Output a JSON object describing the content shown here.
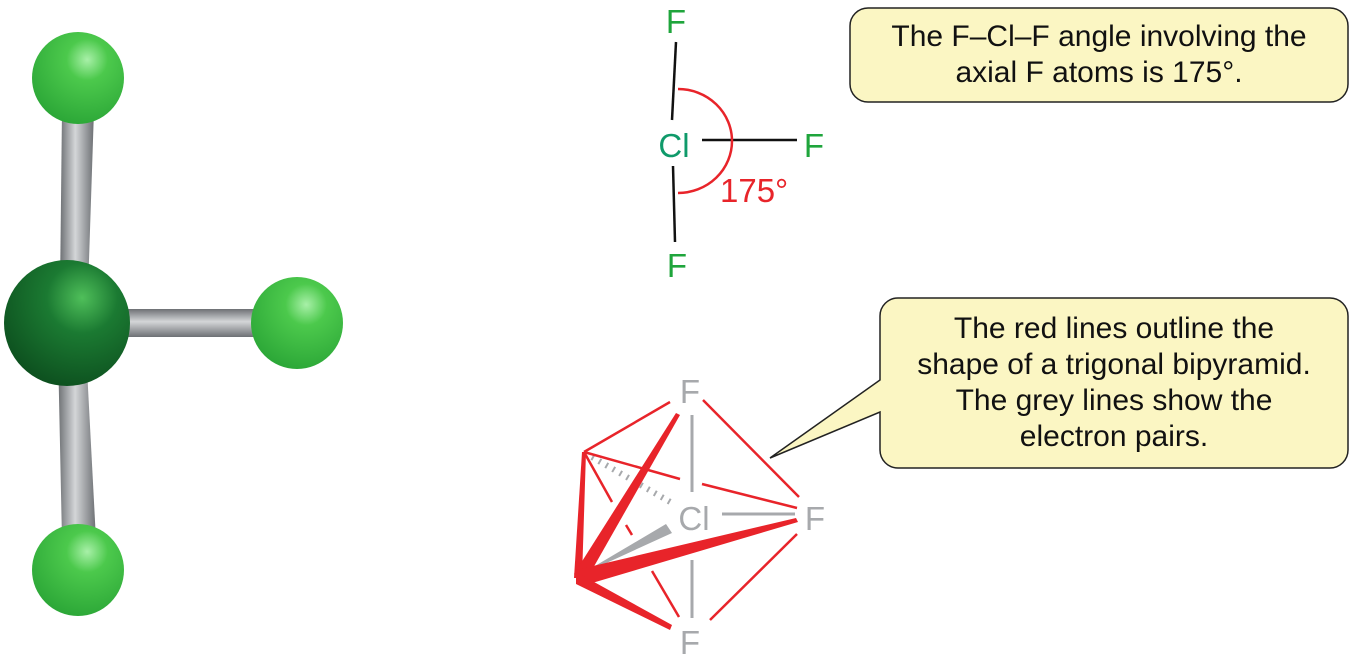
{
  "lewis": {
    "central_atom": "Cl",
    "top_atom": "F",
    "right_atom": "F",
    "bottom_atom": "F",
    "angle_label": "175°"
  },
  "bipyramid": {
    "central_atom": "Cl",
    "top_atom": "F",
    "right_atom": "F",
    "bottom_atom": "F"
  },
  "callouts": [
    {
      "lines": [
        "The F–Cl–F angle involving the",
        "axial F atoms is 175°."
      ]
    },
    {
      "lines": [
        "The red lines outline the",
        "shape of a trigonal bipyramid.",
        "The grey lines show the",
        "electron pairs."
      ]
    }
  ],
  "colors": {
    "atom_green": "#1fa53c",
    "cl_teal": "#0f9a6a",
    "angle_red": "#e8242a",
    "grey": "#a7a9ac",
    "callout_fill": "#fbf6c3"
  }
}
